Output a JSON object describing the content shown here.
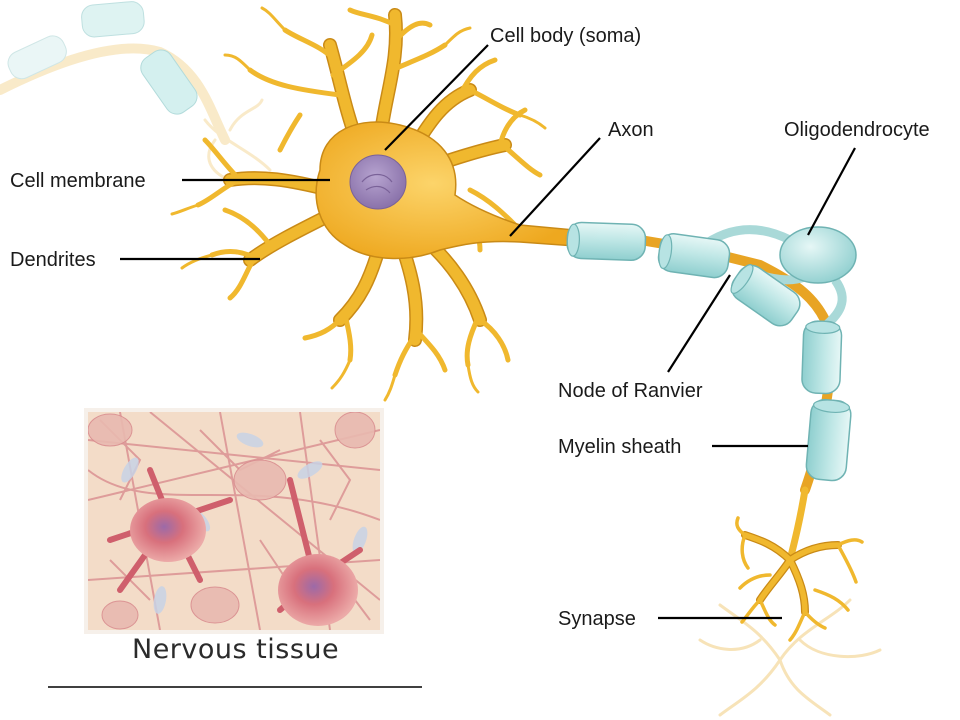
{
  "labels": {
    "cell_body": "Cell body (soma)",
    "axon": "Axon",
    "oligodendrocyte": "Oligodendrocyte",
    "cell_membrane": "Cell membrane",
    "dendrites": "Dendrites",
    "node_of_ranvier": "Node of Ranvier",
    "myelin_sheath": "Myelin sheath",
    "synapse": "Synapse"
  },
  "inset": {
    "caption": "Nervous tissue"
  },
  "colors": {
    "neuron": "#f4b93a",
    "nucleus": "#9a84b8",
    "myelin": "#bfe7e6",
    "tissue_bg": "#f3dcc8",
    "tissue_cell": "#d9707a"
  }
}
